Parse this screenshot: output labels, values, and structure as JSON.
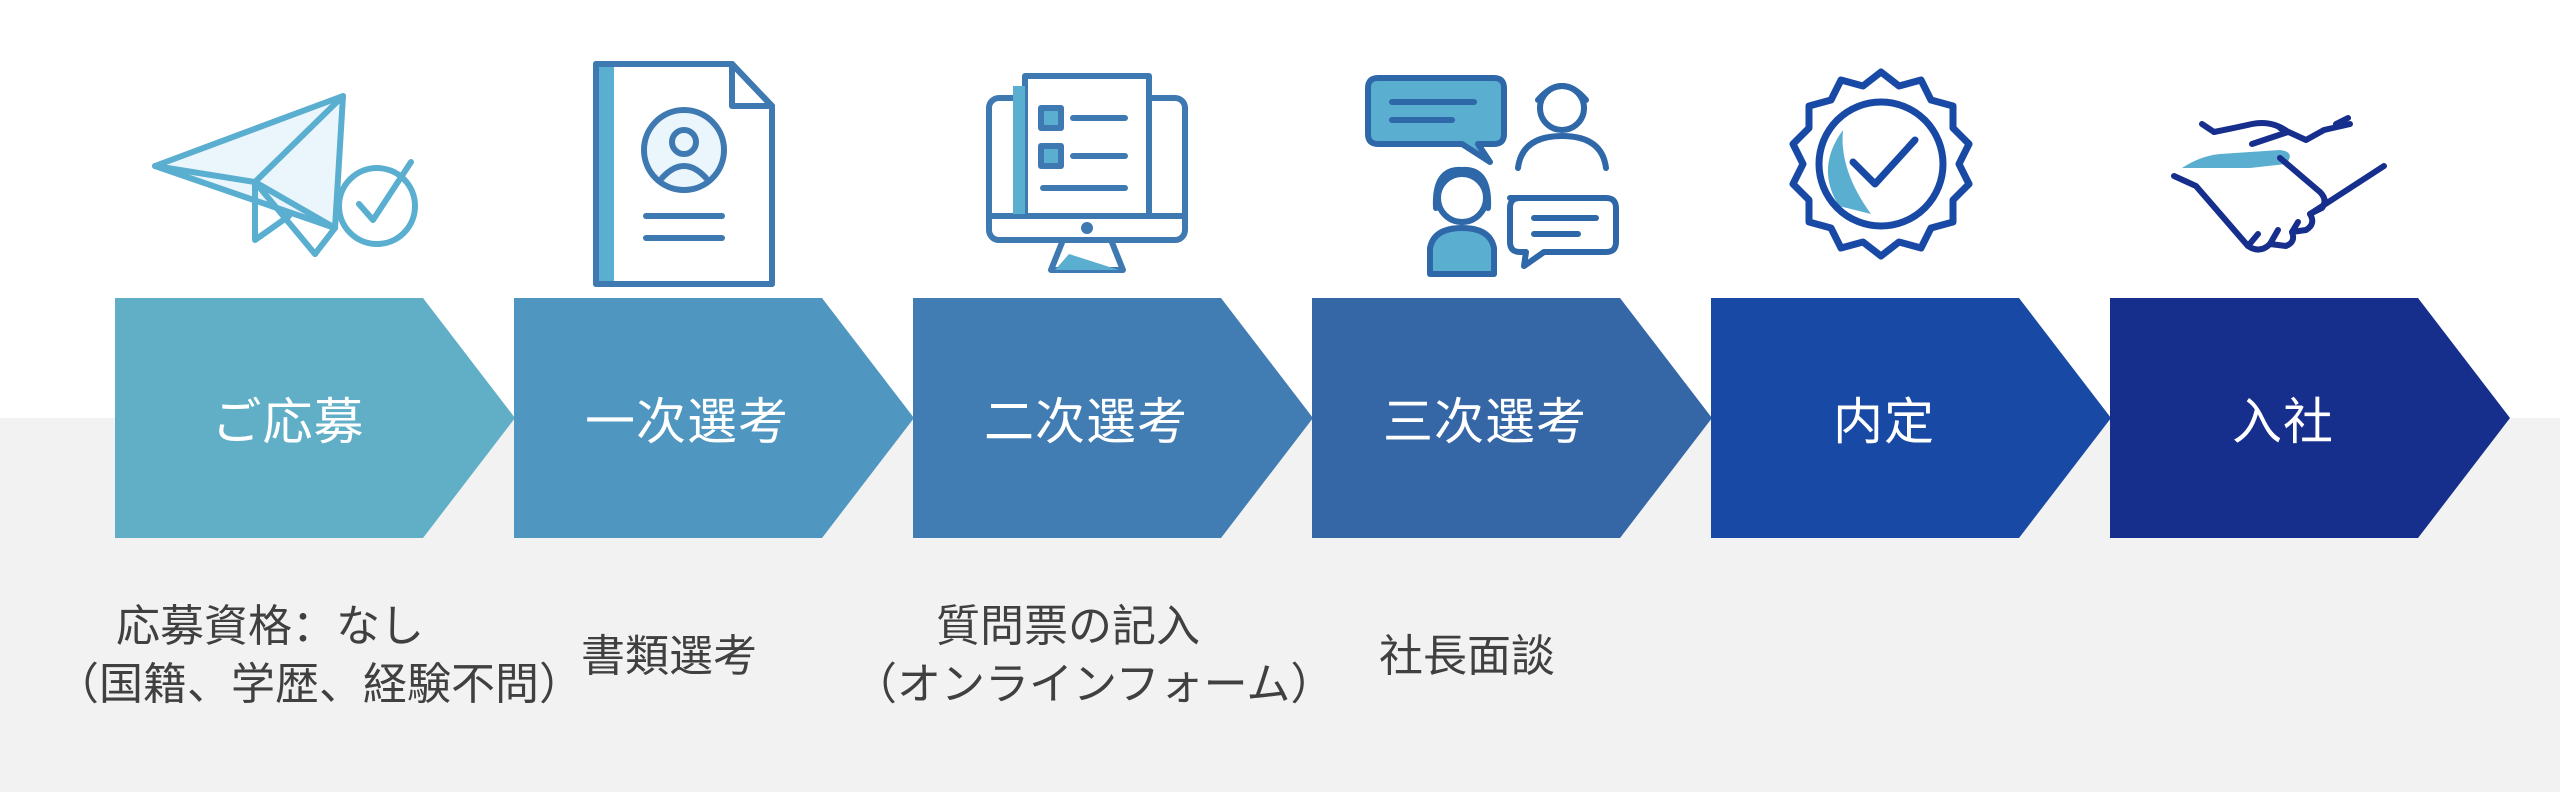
{
  "colors": {
    "band": "#f2f2f2",
    "icon_stroke_light": "#5aaed0",
    "icon_stroke_dark": "#2f68a8",
    "step_colors": [
      "#61afc7",
      "#4f96c0",
      "#417cb2",
      "#3567a6",
      "#1849a4",
      "#162e8c"
    ]
  },
  "steps": [
    {
      "label": "ご応募",
      "icon": "paper-plane-check-icon",
      "desc": [
        "応募資格：なし",
        "（国籍、学歴、経験不問）"
      ]
    },
    {
      "label": "一次選考",
      "icon": "resume-document-icon",
      "desc": [
        "書類選考"
      ]
    },
    {
      "label": "二次選考",
      "icon": "online-form-monitor-icon",
      "desc": [
        "質問票の記入",
        "（オンラインフォーム）"
      ]
    },
    {
      "label": "三次選考",
      "icon": "interview-chat-icon",
      "desc": [
        "社長面談"
      ]
    },
    {
      "label": "内定",
      "icon": "approval-badge-icon",
      "desc": []
    },
    {
      "label": "入社",
      "icon": "handshake-icon",
      "desc": []
    }
  ]
}
